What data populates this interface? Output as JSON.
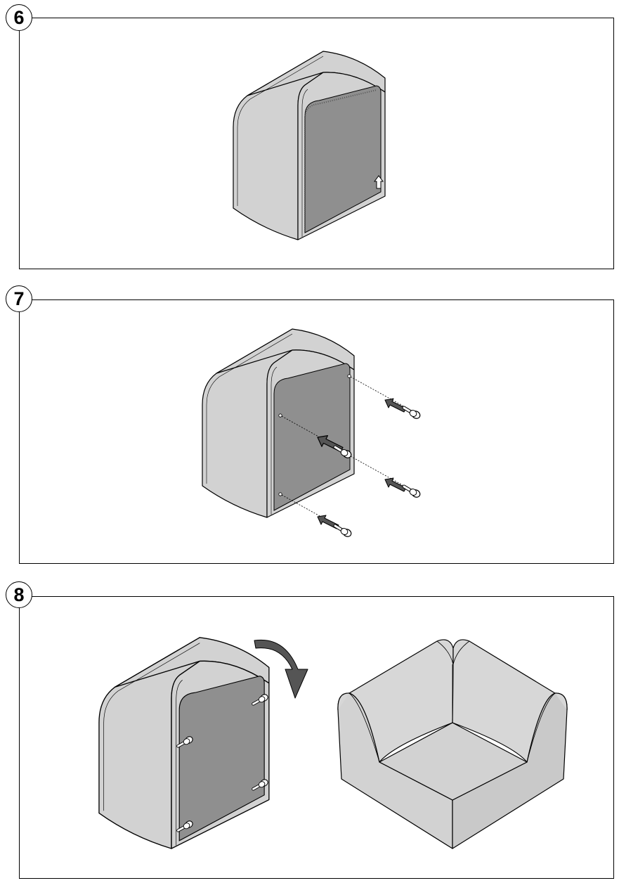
{
  "steps": [
    {
      "number": "6"
    },
    {
      "number": "7"
    },
    {
      "number": "8"
    }
  ],
  "colors": {
    "fabric": "#d2d2d2",
    "fabric_shade": "#bdbdbd",
    "panel": "#8f8f8f",
    "arrow": "#555555",
    "line": "#000000"
  },
  "icons": {
    "step6": [
      "sofa-module-icon",
      "up-arrow-icon"
    ],
    "step7": [
      "sofa-module-icon",
      "leg-icon",
      "push-arrow-icon"
    ],
    "step8": [
      "sofa-module-icon",
      "rotate-arrow-icon",
      "corner-sofa-icon"
    ]
  }
}
